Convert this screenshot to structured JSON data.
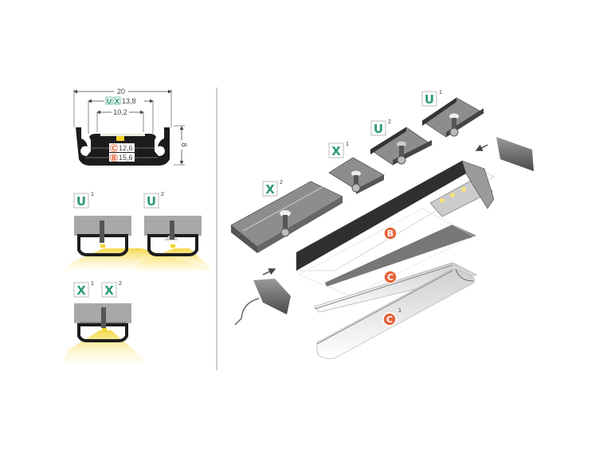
{
  "colors": {
    "mount_tag": "#2b9a72",
    "cover_tag": "#e8633a",
    "profile": "#1c1c1c",
    "light": "#f7e27a"
  },
  "cross_section": {
    "width": "20",
    "inner_width_tags": [
      "U",
      "X"
    ],
    "inner_width": "13,8",
    "top_opening": "10,2",
    "cover_c_tag": "C",
    "cover_c_width": "12,6",
    "cover_b_tag": "B",
    "cover_b_width": "15,6",
    "height": "8"
  },
  "mounting_views": [
    {
      "letter": "U",
      "sup": "1"
    },
    {
      "letter": "U",
      "sup": "2"
    },
    {
      "letter": "X",
      "sup": "1"
    },
    {
      "letter": "X",
      "sup": "2"
    }
  ],
  "exploded": {
    "mounts": [
      {
        "letter": "X",
        "sup": "2"
      },
      {
        "letter": "X",
        "sup": "1"
      },
      {
        "letter": "U",
        "sup": "2"
      },
      {
        "letter": "U",
        "sup": "1"
      }
    ],
    "covers": [
      {
        "letter": "B",
        "sup": ""
      },
      {
        "letter": "C",
        "sup": ""
      },
      {
        "letter": "C",
        "sup": "1"
      }
    ]
  }
}
